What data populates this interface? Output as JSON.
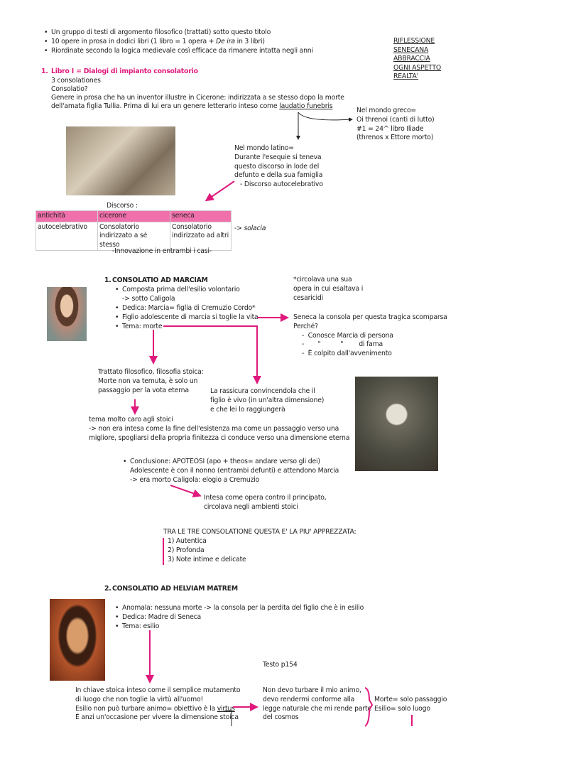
{
  "intro_bullets": [
    "Un gruppo di testi di argomento filosofico (trattati) sotto questo titolo",
    "10 opere in prosa in dodici libri (1 libro = 1 opera + ",
    "Riordinate secondo la logica medievale così efficace da rimanere intatta negli anni"
  ],
  "intro_italic": "De ira",
  "intro_suffix": " in 3 libri)",
  "side_note": [
    "RIFLESSIONE",
    "SENECANA",
    "ABBRACCIA",
    "OGNI ASPETTO",
    "REALTA'"
  ],
  "libro": {
    "number": "1.",
    "title": "Libro I = Dialogi di impianto consolatorio",
    "lines": [
      "3 consolationes",
      "Consolatio?",
      "Genere in prosa che ha un inventor illustre in Cicerone: indirizzata a se stesso dopo la morte",
      "dell'amata figlia Tullia. Prima di lui era un genere letterario inteso come "
    ],
    "underlined": "laudatio funebris"
  },
  "greco": [
    "Nel mondo greco=",
    "Oi threnoi (canti di lutto)",
    "#1  = 24^ libro Iliade",
    "(threnos x Ettore morto)"
  ],
  "latino": [
    "Nel mondo latino=",
    "Durante l'esequie si teneva",
    "questo discorso in lode del",
    "defunto e della sua famiglia",
    "-  Discorso autocelebrativo"
  ],
  "discorso": {
    "label": "Discorso :",
    "headers": [
      "antichità",
      "cicerone",
      "seneca"
    ],
    "row": [
      "autocelebrativo",
      "Consolatorio indirizzato a sé stesso",
      "Consolatorio indirizzato ad altri"
    ],
    "solacia_prefix": "-> ",
    "solacia": "solacia",
    "note": "-Innovazione in entrambi i casi-"
  },
  "marciam": {
    "number": "1.",
    "title": "CONSOLATIO AD MARCIAM",
    "bullets": [
      "Composta prima dell'esilio volontario",
      "Dedica: Marcia=  figlia di Cremuzio Cordo*",
      "Figlio adolescente di marcia si toglie la vita",
      "Tema: morte"
    ],
    "sub": "-> sotto Caligola",
    "footnote": [
      "*circolava una sua",
      "opera in cui esaltava i",
      "cesaricidi"
    ],
    "consola": [
      "Seneca la consola per questa tragica scomparsa",
      "Perché?"
    ],
    "reasons": [
      "-  Conosce Marcia di persona",
      "-       \"          \"        di fama",
      "-  È colpito dall'avvenimento"
    ],
    "trattato": [
      "Trattato filosofico, filosofia stoica:",
      "Morte non va temuta, è solo un",
      "passaggio per la vota eterna"
    ],
    "rassicura": [
      "La rassicura convincendola che il",
      "figlio è vivo (in un'altra dimensione)",
      "e che lei lo raggiungerà"
    ],
    "tema": [
      "tema molto caro agli stoici",
      "-> non era intesa come la fine dell'esistenza ma come un passaggio verso una",
      "migliore, spogliarsi della propria finitezza ci conduce verso una dimensione eterna"
    ],
    "conclusione": [
      "Conclusione: APOTEOSI (apo + theos= andare verso gli dei)",
      "Adolescente è con il nonno (entrambi defunti) e attendono Marcia",
      "-> era morto Caligola: elogio a Cremuzio"
    ],
    "intesa": [
      "Intesa come opera contro il principato,",
      "circolava negli ambienti stoici"
    ],
    "apprezzata": "TRA LE TRE CONSOLATIONE QUESTA E' LA PIU' APPREZZATA:",
    "qualities": [
      "1)  Autentica",
      "2)  Profonda",
      "3)  Note intime e delicate"
    ]
  },
  "helviam": {
    "number": "2.",
    "title": "CONSOLATIO AD HELVIAM MATREM",
    "bullets": [
      "Anomala: nessuna morte -> la consola per la perdita del figlio che è in esilio",
      "Dedica: Madre di Seneca",
      "Tema: esilio"
    ],
    "testo": "Testo p154",
    "chiave": [
      "In chiave stoica inteso come il semplice mutamento",
      "di luogo che non toglie la virtù all'uomo!",
      "Esilio non può turbare animo= obiettivo è la ",
      "È anzi un'occasione per vivere la dimensione stoica"
    ],
    "virtus": "virtus",
    "animo": [
      "Non devo turbare il mio animo,",
      "devo rendermi conforme alla",
      "legge naturale che mi rende parte",
      "del cosmos"
    ],
    "summary": [
      "Morte= solo passaggio",
      "Esilio= solo luogo"
    ]
  },
  "colors": {
    "accent": "#e0197d",
    "table_header": "#f070ac"
  }
}
